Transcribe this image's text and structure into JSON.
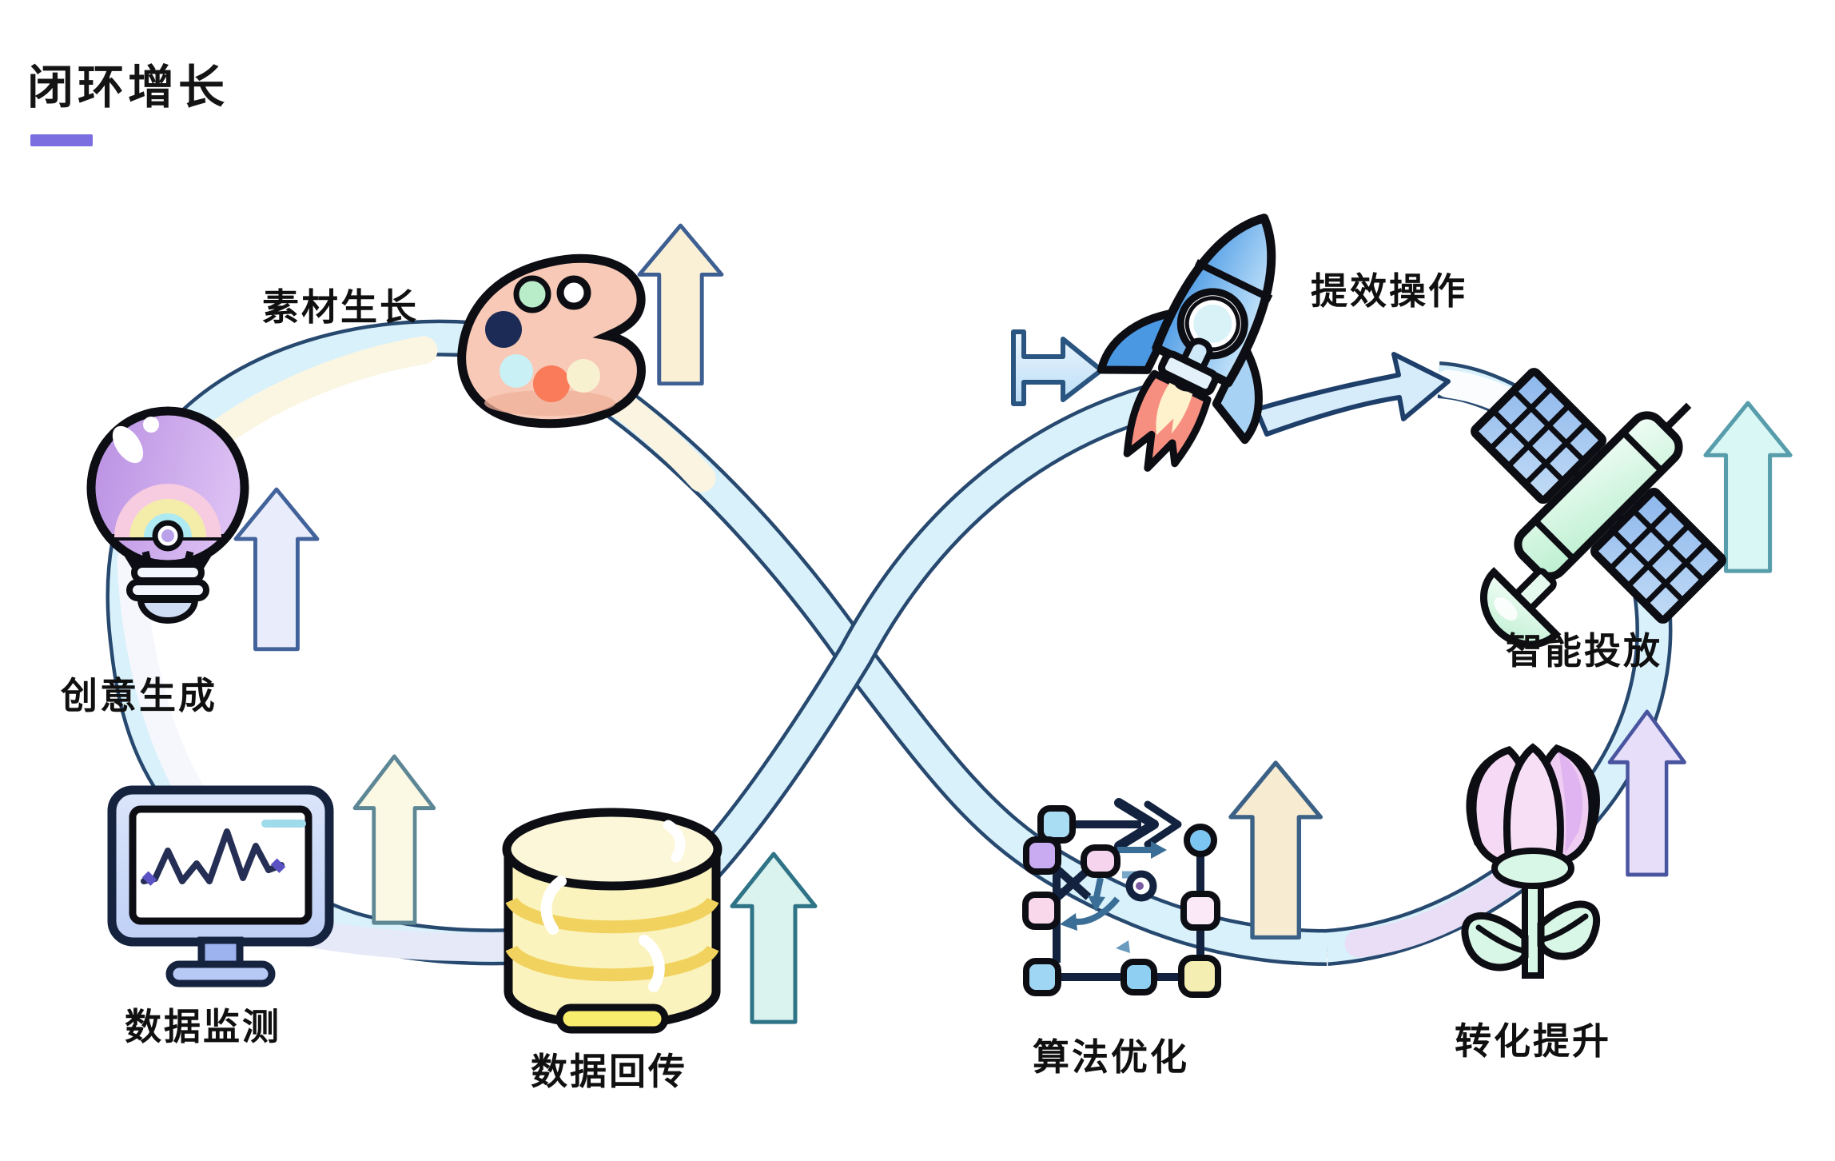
{
  "title": {
    "text": "闭环增长"
  },
  "theme": {
    "accent_underline": "#7a6ee0",
    "ribbon_fill": "#d9f1fb",
    "ribbon_edge": "#27496f",
    "label_color": "#101010",
    "background": "#ffffff"
  },
  "stages": [
    {
      "id": "creative-generation",
      "label": "创意生成",
      "icon": "lightbulb-icon"
    },
    {
      "id": "material-growth",
      "label": "素材生长",
      "icon": "palette-icon"
    },
    {
      "id": "efficiency-operation",
      "label": "提效操作",
      "icon": "rocket-icon"
    },
    {
      "id": "smart-delivery",
      "label": "智能投放",
      "icon": "satellite-icon"
    },
    {
      "id": "conversion-uplift",
      "label": "转化提升",
      "icon": "flower-icon"
    },
    {
      "id": "algorithm-optimization",
      "label": "算法优化",
      "icon": "flowchart-icon"
    },
    {
      "id": "data-return",
      "label": "数据回传",
      "icon": "database-icon"
    },
    {
      "id": "data-monitoring",
      "label": "数据监测",
      "icon": "monitor-icon"
    }
  ]
}
